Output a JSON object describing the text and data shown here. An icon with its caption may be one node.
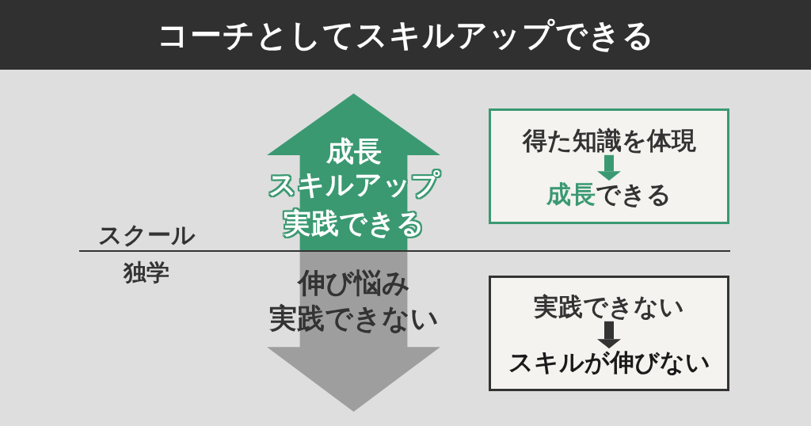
{
  "diagram": {
    "title": "コーチとしてスキルアップできる",
    "nodes": [
      {
        "text": [
          "成長",
          "スキルアップ",
          "実践できる"
        ]
      },
      {
        "text": [],
        "shape": "box"
      },
      {
        "text": [
          "得た知識を体現"
        ],
        "in": 1
      },
      {
        "text": [
          "**成長**できる"
        ],
        "in": 1
      },
      {
        "text": [
          "伸び悩み",
          "実践できない"
        ]
      },
      {
        "text": [],
        "shape": "box"
      },
      {
        "text": [
          "実践できない"
        ],
        "in": 5
      },
      {
        "text": [
          "スキルが伸びない"
        ],
        "in": 5
      }
    ],
    "edges": [
      {
        "from": 2,
        "to": 3,
        "arrow": "to",
        "color": "#3b9972"
      },
      {
        "from": 6,
        "to": 7,
        "arrow": "to",
        "color": "#333333"
      }
    ],
    "labels": [
      "スクール",
      "独学"
    ]
  }
}
